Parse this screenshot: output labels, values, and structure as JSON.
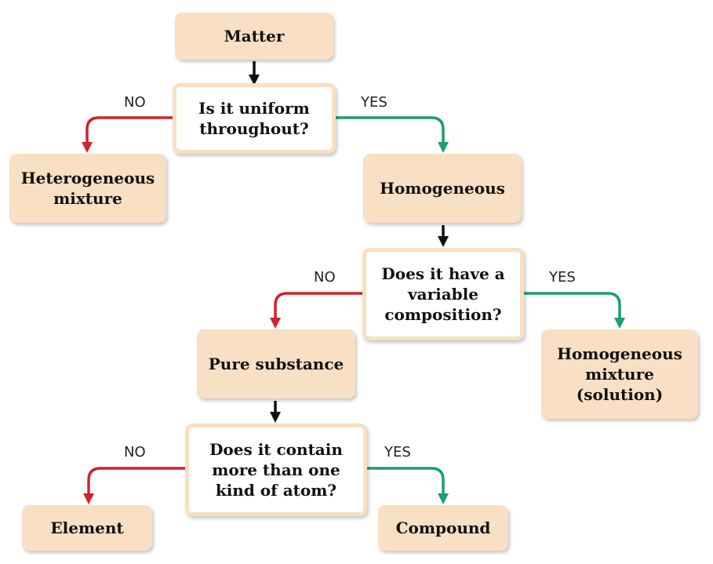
{
  "nodes": {
    "matter": "Matter",
    "q_uniform": "Is it uniform\nthroughout?",
    "heterogeneous": "Heterogeneous\nmixture",
    "homogeneous": "Homogeneous",
    "q_variable": "Does it have a\nvariable\ncomposition?",
    "pure_substance": "Pure substance",
    "homogeneous_mixture": "Homogeneous\nmixture\n(solution)",
    "q_atoms": "Does it contain\nmore than one\nkind of atom?",
    "element": "Element",
    "compound": "Compound"
  },
  "labels": {
    "no": "NO",
    "yes": "YES"
  },
  "colors": {
    "box_fill": "#f9dfc3",
    "no_arrow": "#d3212a",
    "yes_arrow": "#1e9e6a",
    "flow_arrow": "#111111"
  }
}
